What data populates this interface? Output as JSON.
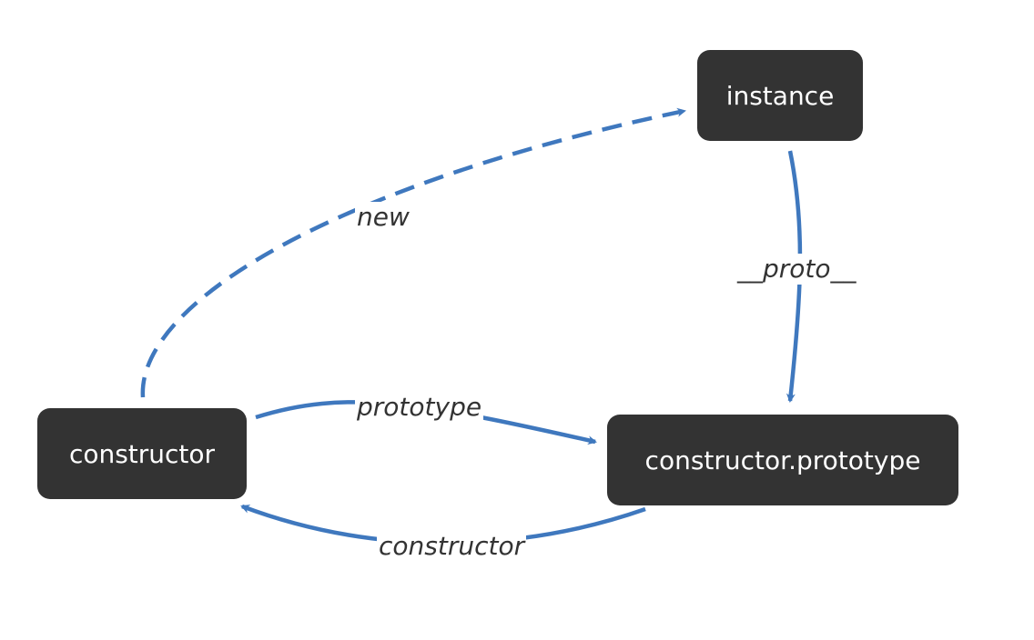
{
  "colors": {
    "node_fill": "#333333",
    "node_text": "#ffffff",
    "edge": "#3f78be",
    "label_text": "#333333",
    "background": "#ffffff"
  },
  "nodes": {
    "instance": "instance",
    "constructor": "constructor",
    "prototype": "constructor.prototype"
  },
  "edges": {
    "new": {
      "label": "new",
      "style": "dashed"
    },
    "proto": {
      "label": "__proto__",
      "style": "solid"
    },
    "prototype": {
      "label": "prototype",
      "style": "solid"
    },
    "constructor": {
      "label": "constructor",
      "style": "solid"
    }
  }
}
